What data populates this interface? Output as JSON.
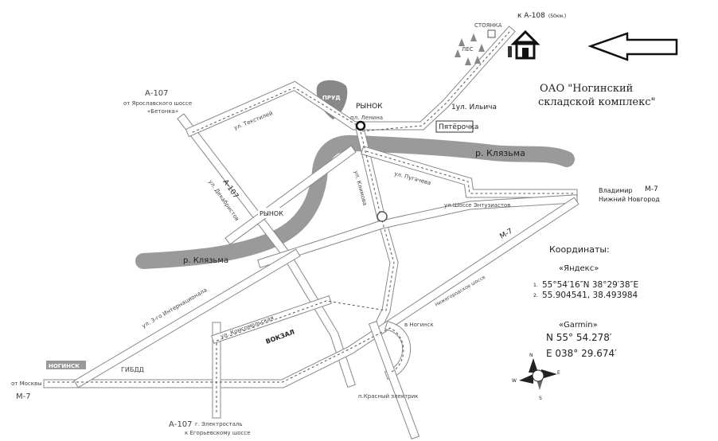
{
  "map": {
    "company": {
      "line1": "ОАО \"Ногинский",
      "line2": "складской комплекс\""
    },
    "labels": {
      "a108": "к А-108",
      "a108_dist": "(50км.)",
      "parking": "СТОЯНКА",
      "forest": "ЛЕС",
      "pond": "ПРУД",
      "market1": "РЫНОК",
      "lenina": "пл. Ленина",
      "ilyicha": "1ул. Ильича",
      "pyaterochka": "Пятёрочка",
      "river": "р. Клязьма",
      "pugacheva": "ул. Пугачева",
      "klimova": "ул. Климова",
      "entuziastov": "ул.Шоссе Энтузиастов",
      "vladimir": "Владимир",
      "nnovgorod": "Нижний Новгород",
      "m7": "М-7",
      "a107": "А-107",
      "from_yaroslavl": "от Ярославского шоссе",
      "betonka": "«Бетонка»",
      "tekstilei": "ул. Текстилей",
      "dekabristov": "ул. Декабристов",
      "market2": "РЫНОК",
      "internatsionala": "ул. 3-го Интернационала",
      "komsomolskaya": "ул. Комсомольская",
      "vokzal": "ВОКЗАЛ",
      "to_noginsk": "в Ногинск",
      "nizhegorodskoe": "Нижегородское шоссе",
      "noginsk_sign": "НОГИНСК",
      "gibdd": "ГИБДД",
      "from_moscow": "от Москвы",
      "m7_left": "М-7",
      "krasny": "п.Красный электрик",
      "a107_bottom": "А-107",
      "elektrostal": "г. Электросталь",
      "egorevskoe": "к Егорьевскому шоссе"
    },
    "coordinates": {
      "title": "Координаты:",
      "yandex_title": "«Яндекс»",
      "yandex_1_num": "1.",
      "yandex_1": "55°54′16″N  38°29′38″E",
      "yandex_2_num": "2.",
      "yandex_2": "55.904541,   38.493984",
      "garmin_title": "«Garmin»",
      "garmin_n": "N   55° 54.278′",
      "garmin_e": "E 038° 29.674′"
    },
    "compass": {
      "n": "N",
      "e": "E",
      "s": "S",
      "w": "W"
    }
  }
}
